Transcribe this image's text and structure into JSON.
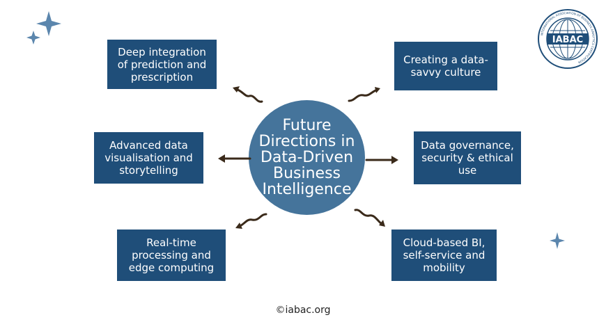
{
  "center": {
    "text": "Future\nDirections in\nData-Driven\nBusiness\nIntelligence"
  },
  "boxes": {
    "top_left": "Deep integration\nof prediction and\nprescription",
    "top_right": "Creating a data-\nsavvy culture",
    "mid_left": "Advanced data\nvisualisation and\nstorytelling",
    "mid_right": "Data governance,\nsecurity & ethical\nuse",
    "bottom_left": "Real-time\nprocessing and\nedge computing",
    "bottom_right": "Cloud-based BI,\nself-service and\nmobility"
  },
  "logo": {
    "text": "IABAC",
    "ring_text": "INTERNATIONAL ASSOCIATION OF BUSINESS ANALYTICS CERTIFICATION"
  },
  "credit": "©iabac.org",
  "colors": {
    "box": "#1f4e79",
    "circle": "#45749b",
    "arrow": "#3a2a1a",
    "sparkle": "#5b86ad"
  }
}
